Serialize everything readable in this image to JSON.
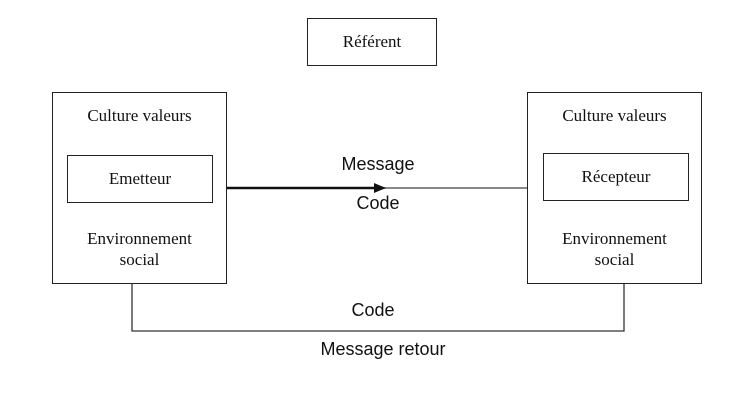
{
  "referent": "Référent",
  "left": {
    "culture": "Culture valeurs",
    "actor": "Emetteur",
    "environment_line1": "Environnement",
    "environment_line2": "social"
  },
  "right": {
    "culture": "Culture valeurs",
    "actor": "Récepteur",
    "environment_line1": "Environnement",
    "environment_line2": "social"
  },
  "channel": {
    "message": "Message",
    "code": "Code"
  },
  "feedback": {
    "code": "Code",
    "message": "Message retour"
  }
}
